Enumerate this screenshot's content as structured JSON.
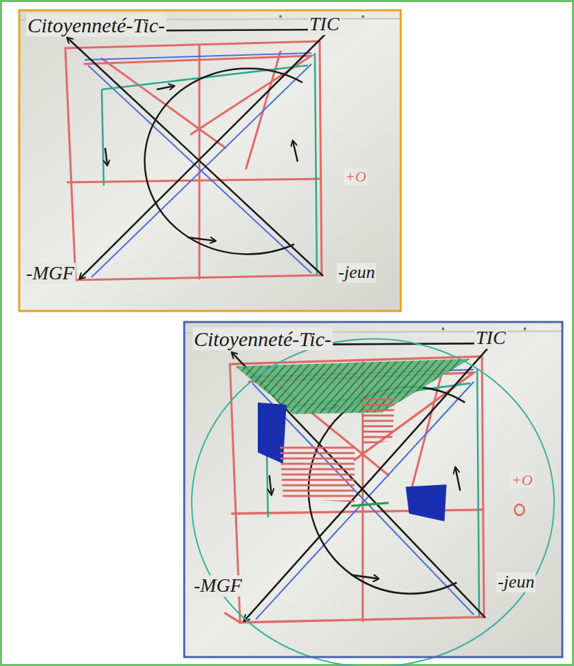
{
  "diagram": {
    "labels": [
      "Citoyenneté-Tic-",
      "TIC",
      "-MGF",
      "-jeun",
      "+O",
      "Citoyenneté-Tic-",
      "TIC",
      "-MGF",
      "-jeun",
      "+O"
    ]
  }
}
